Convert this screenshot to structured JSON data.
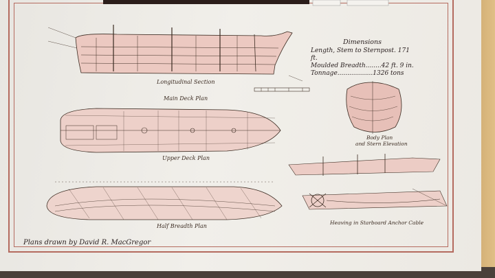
{
  "dimensions": {
    "title": "Dimensions",
    "rows": [
      "Length, Stem to Sternpost. 171 ft.",
      "Moulded Breadth........42 ft. 9 in.",
      "Tonnage..................1326 tons"
    ]
  },
  "captions": {
    "longitudinal": "Longitudinal Section",
    "main_deck": "Main Deck Plan",
    "upper_deck": "Upper Deck Plan",
    "body_plan": "Body Plan",
    "stern": "and Stern Elevation",
    "half_breadth": "Half Breadth Plan",
    "heaving": "Heaving in Starboard Anchor Cable"
  },
  "credit": "Plans drawn by David R. MacGregor",
  "colors": {
    "ink": "#3a2a20",
    "hull_fill": "#e9c6bf",
    "border": "#b46a5e",
    "paper": "#eeece7"
  }
}
